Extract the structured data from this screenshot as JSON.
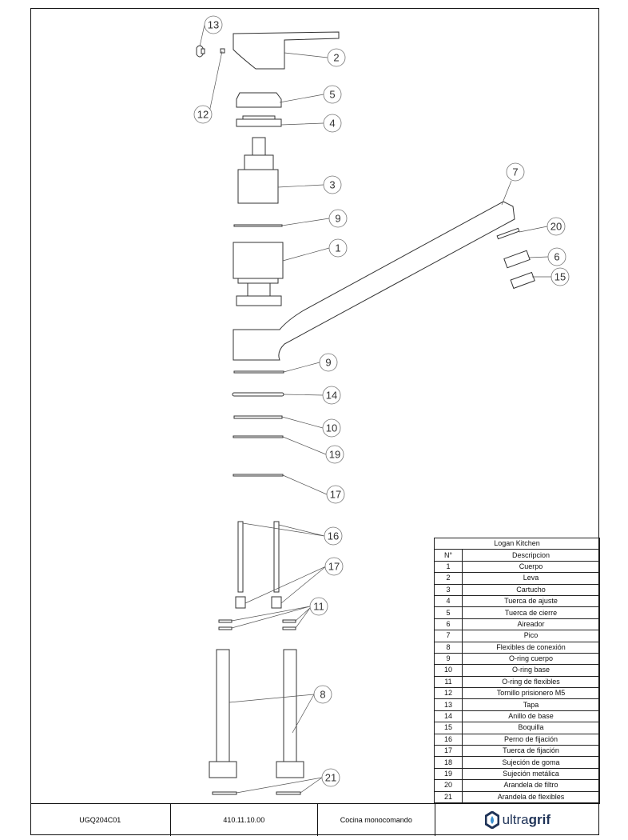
{
  "table": {
    "title": "Logan Kitchen",
    "headers": [
      "N°",
      "Descripcion"
    ],
    "rows": [
      [
        "1",
        "Cuerpo"
      ],
      [
        "2",
        "Leva"
      ],
      [
        "3",
        "Cartucho"
      ],
      [
        "4",
        "Tuerca de ajuste"
      ],
      [
        "5",
        "Tuerca de cierre"
      ],
      [
        "6",
        "Aireador"
      ],
      [
        "7",
        "Pico"
      ],
      [
        "8",
        "Flexibles de conexión"
      ],
      [
        "9",
        "O-ring cuerpo"
      ],
      [
        "10",
        "O-ring base"
      ],
      [
        "11",
        "O-ring de flexibles"
      ],
      [
        "12",
        "Tornillo prisionero M5"
      ],
      [
        "13",
        "Tapa"
      ],
      [
        "14",
        "Anillo de base"
      ],
      [
        "15",
        "Boquilla"
      ],
      [
        "16",
        "Perno de fijación"
      ],
      [
        "17",
        "Tuerca de fijación"
      ],
      [
        "18",
        "Sujeción de goma"
      ],
      [
        "19",
        "Sujeción metálica"
      ],
      [
        "20",
        "Arandela de filtro"
      ],
      [
        "21",
        "Arandela de flexibles"
      ]
    ]
  },
  "footer": {
    "code": "UGQ204C01",
    "ref": "410.11.10.00",
    "description": "Cocina monocomando",
    "logo_text_light": "ultra",
    "logo_text_bold": "grif",
    "logo_color": "#1f3358"
  },
  "callouts": [
    "13",
    "2",
    "5",
    "12",
    "4",
    "3",
    "7",
    "9",
    "20",
    "1",
    "6",
    "15",
    "9",
    "14",
    "10",
    "19",
    "17",
    "16",
    "17",
    "11",
    "8",
    "21"
  ]
}
